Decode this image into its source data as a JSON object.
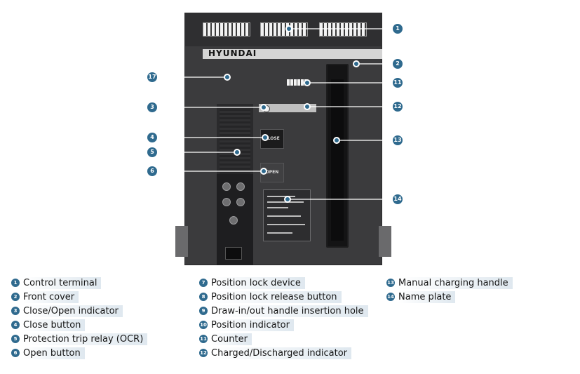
{
  "device": {
    "brand": "HYUNDAI",
    "close_label": "CLOSE",
    "open_label": "OPEN"
  },
  "markers": [
    "1",
    "2",
    "3",
    "4",
    "5",
    "6",
    "11",
    "12",
    "13",
    "14",
    "17"
  ],
  "legend": {
    "column1": [
      {
        "n": "1",
        "text": "Control terminal"
      },
      {
        "n": "2",
        "text": "Front cover"
      },
      {
        "n": "3",
        "text": "Close/Open indicator"
      },
      {
        "n": "4",
        "text": "Close button"
      },
      {
        "n": "5",
        "text": "Protection trip relay (OCR)"
      },
      {
        "n": "6",
        "text": "Open button"
      }
    ],
    "column2": [
      {
        "n": "7",
        "text": "Position lock device"
      },
      {
        "n": "8",
        "text": "Position lock release button"
      },
      {
        "n": "9",
        "text": "Draw-in/out handle insertion hole"
      },
      {
        "n": "10",
        "text": "Position indicator"
      },
      {
        "n": "11",
        "text": "Counter"
      },
      {
        "n": "12",
        "text": "Charged/Discharged indicator"
      }
    ],
    "column3": [
      {
        "n": "13",
        "text": "Manual charging handle"
      },
      {
        "n": "14",
        "text": "Name plate"
      }
    ]
  },
  "colors": {
    "marker": "#2f6a8e",
    "device_body": "#3b3b3d",
    "label_band": "#dfe8ef"
  }
}
